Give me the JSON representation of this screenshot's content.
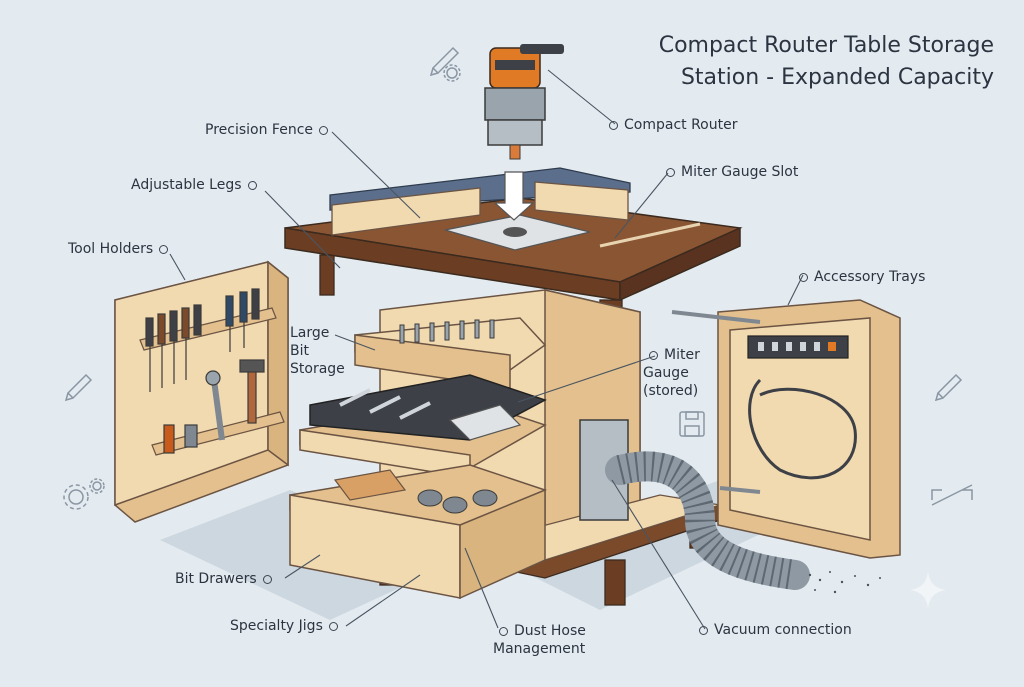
{
  "title_line1": "Compact Router Table Storage",
  "title_line2": "Station - Expanded Capacity",
  "labels": {
    "precision_fence": "Precision Fence",
    "adjustable_legs": "Adjustable Legs",
    "tool_holders": "Tool Holders",
    "compact_router": "Compact Router",
    "miter_gauge_slot": "Miter Gauge Slot",
    "accessory_trays": "Accessory Trays",
    "large_bit_storage": "Large Bit Storage",
    "miter_gauge_stored": "Miter Gauge (stored)",
    "bit_drawers": "Bit Drawers",
    "specialty_jigs": "Specialty Jigs",
    "dust_hose_management": "Dust Hose Management",
    "vacuum_connection": "Vacuum connection"
  },
  "colors": {
    "background": "#e4ebf0",
    "wood_light": "#f1d9b0",
    "wood_mid": "#e3c08d",
    "wood_dark": "#7a4a2b",
    "walnut": "#6b3e24",
    "router_orange": "#e07a25",
    "foam": "#3d4046",
    "hose": "#8e99a3"
  },
  "icons": [
    "pencil-icon",
    "gear-icon",
    "save-icon",
    "sparkle-icon",
    "expand-icon"
  ]
}
